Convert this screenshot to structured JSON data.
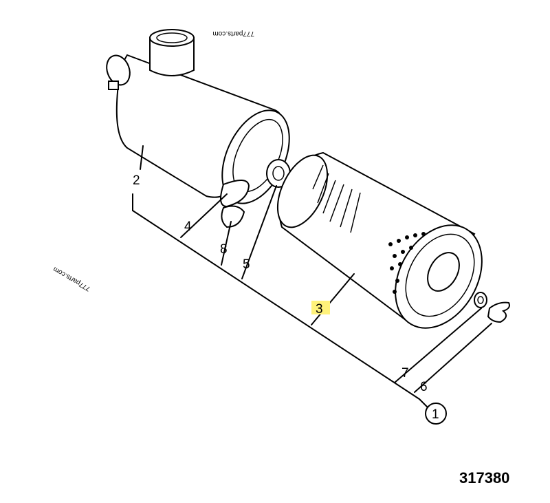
{
  "watermark_text": "777parts.com",
  "drawing_number": "317380",
  "callouts": {
    "c1": "1",
    "c2": "2",
    "c3": "3",
    "c4": "4",
    "c5": "5",
    "c6": "6",
    "c7": "7",
    "c8": "8"
  },
  "highlight_color": "#fff27a"
}
